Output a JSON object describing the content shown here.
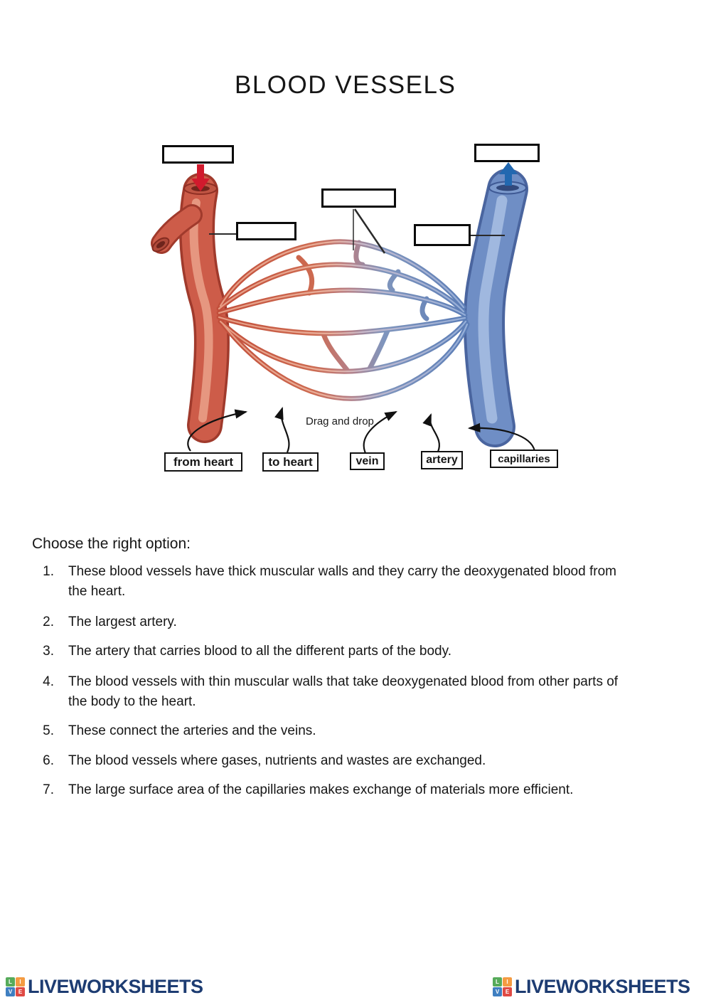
{
  "page": {
    "title": "BLOOD VESSELS"
  },
  "diagram": {
    "drag_hint": "Drag and drop",
    "labels": [
      "from heart",
      "to heart",
      "vein",
      "artery",
      "capillaries"
    ],
    "answer_boxes": 5,
    "colors": {
      "artery_red": "#cd5c49",
      "vein_blue": "#6f8ec5",
      "flow_arrow_red": "#d11a2d",
      "flow_arrow_blue": "#2268b0"
    }
  },
  "questions": {
    "heading": "Choose the right option:",
    "items": [
      {
        "num": "1.",
        "text": "These blood vessels have thick muscular walls and they carry the deoxygenated blood from the heart."
      },
      {
        "num": "2.",
        "text": "The largest artery."
      },
      {
        "num": "3.",
        "text": "The artery that carries blood to all the different parts of the body."
      },
      {
        "num": "4.",
        "text": "The blood vessels with thin muscular walls that take deoxygenated blood from other parts of the body to the heart."
      },
      {
        "num": "5.",
        "text": "These connect the arteries and the veins."
      },
      {
        "num": "6.",
        "text": "The blood vessels where gases, nutrients and wastes are exchanged."
      },
      {
        "num": "7.",
        "text": "The large surface area of the capillaries makes exchange of materials more efficient."
      }
    ]
  },
  "footer": {
    "brand": "LIVEWORKSHEETS",
    "brand_color": "#1d3c72",
    "tiles": [
      {
        "letter": "L",
        "color": "#56ab5a"
      },
      {
        "letter": "I",
        "color": "#f49b42"
      },
      {
        "letter": "V",
        "color": "#3f7fc1"
      },
      {
        "letter": "E",
        "color": "#e04a44"
      }
    ]
  }
}
